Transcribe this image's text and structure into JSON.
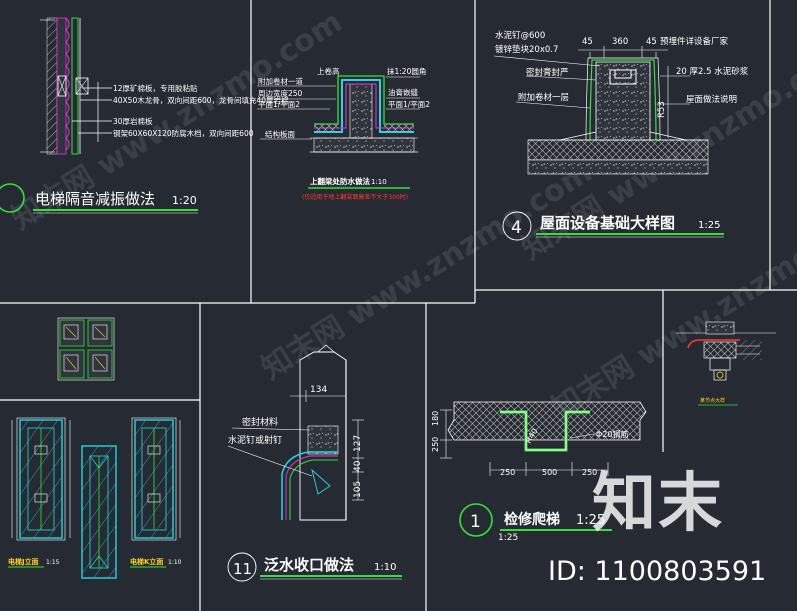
{
  "panels": {
    "p1": {
      "labels": [
        "12厚矿棉板，专用胶粘贴",
        "40X50木龙骨，双向间距600，龙骨间填充40厚岩棉",
        "30厚岩棉板",
        "钢架60X60X120防腐木档，双向间距600"
      ],
      "number": "",
      "title": "电梯隔音减振做法",
      "scale": "1:20"
    },
    "p2": {
      "labels_left": [
        "附加卷材一道",
        "周边宽度250",
        "平面1/平面2"
      ],
      "labels_top": [
        "上卷高",
        "抹1:20圆角"
      ],
      "labels_right": [
        "油膏嵌缝",
        "平面1/平面2"
      ],
      "label_bottom": "结构板面",
      "title": "上翻梁处防水做法",
      "scale": "1:10",
      "note": "(仅适用于地上翻梁面高差不大于300时)"
    },
    "p3": {
      "labels_left": [
        "水泥钉@600",
        "镀锌垫块20x0.7",
        "密封膏封严",
        "附加卷材一层"
      ],
      "dims": [
        "45",
        "360",
        "45"
      ],
      "labels_right": [
        "预埋件详设备厂家",
        "20 厚2.5 水泥砂浆",
        "屋面做法说明"
      ],
      "dim_vertical": "R53",
      "number": "4",
      "title": "屋面设备基础大样图",
      "scale": "1:25"
    },
    "p4": {
      "label_left": "电梯J立面",
      "label_right": "电梯K立面",
      "scale_left": "1:15",
      "scale_right": "1:10"
    },
    "p5": {
      "dim_top": "134",
      "labels": [
        "密封材料",
        "水泥钉或射钉"
      ],
      "dims_vertical": [
        "127",
        "40",
        "105"
      ],
      "number": "11",
      "title": "泛水收口做法",
      "scale": "1:10"
    },
    "p6": {
      "dims_vertical": [
        "180",
        "250"
      ],
      "label_bar": "Φ20钢筋",
      "label_slant": "R40",
      "dims_bottom": [
        "250",
        "500",
        "250"
      ],
      "number": "1",
      "title": "检修爬梯",
      "scale": "1:25",
      "scale_below": "1:25"
    },
    "p7": {
      "title": "某节点大样"
    }
  },
  "watermark": {
    "bg_text": "知末网 www.znzmo.com",
    "logo": "知末",
    "id": "ID: 1100803591"
  },
  "colors": {
    "background": "#262b33",
    "frame": "#ffffff",
    "annotation": "#ffffff",
    "title_underline": "#36e03a",
    "cyan": "#23d6e0",
    "green": "#34e23a",
    "magenta": "#ee2fe0",
    "red": "#ff3b30",
    "yellow": "#ffd21f"
  }
}
